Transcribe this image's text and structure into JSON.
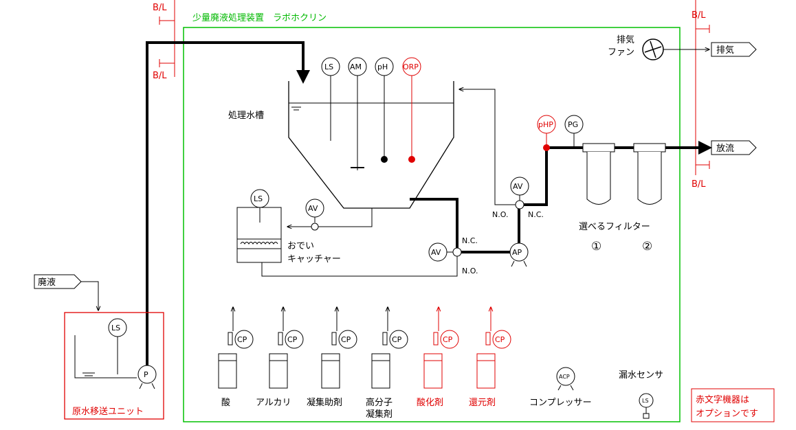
{
  "title": "少量廃液処理装置　ラボホクリン",
  "colors": {
    "main": "#000000",
    "option": "#e00000",
    "frame": "#00c000"
  },
  "bl": {
    "top_left": "B/L",
    "bottom_left": "B/L",
    "top_right": "B/L",
    "bottom_right": "B/L"
  },
  "outputs": {
    "exhaust": "排気",
    "discharge": "放流"
  },
  "input": {
    "waste": "廃液"
  },
  "tank": {
    "label": "処理水槽"
  },
  "instruments": {
    "ls": "LS",
    "am": "AM",
    "ph": "pH",
    "orp": "ORP",
    "php": "pHP",
    "pg": "PG",
    "av": "AV",
    "ap": "AP",
    "ls2": "LS",
    "p": "P",
    "acp": "ACP",
    "cp": "CP"
  },
  "fan": {
    "line1": "排気",
    "line2": "ファン"
  },
  "valve_states": {
    "nc1": "N.C.",
    "nc2": "N.C.",
    "no1": "N.O.",
    "no2": "N.O."
  },
  "sludge": {
    "line1": "おでい",
    "line2": "キャッチャー"
  },
  "filters": {
    "label": "選べるフィルター",
    "f1": "①",
    "f2": "②"
  },
  "feed_unit": {
    "label": "原水移送ユニット"
  },
  "reagents": {
    "acid": "酸",
    "alkali": "アルカリ",
    "coag": "凝集助剤",
    "poly1": "高分子",
    "poly2": "凝集剤",
    "oxid": "酸化剤",
    "reduc": "還元剤"
  },
  "compressor": {
    "label": "コンプレッサー"
  },
  "leak_sensor": {
    "label": "漏水センサ"
  },
  "note": {
    "line1": "赤文字機器は",
    "line2": "オプションです"
  }
}
